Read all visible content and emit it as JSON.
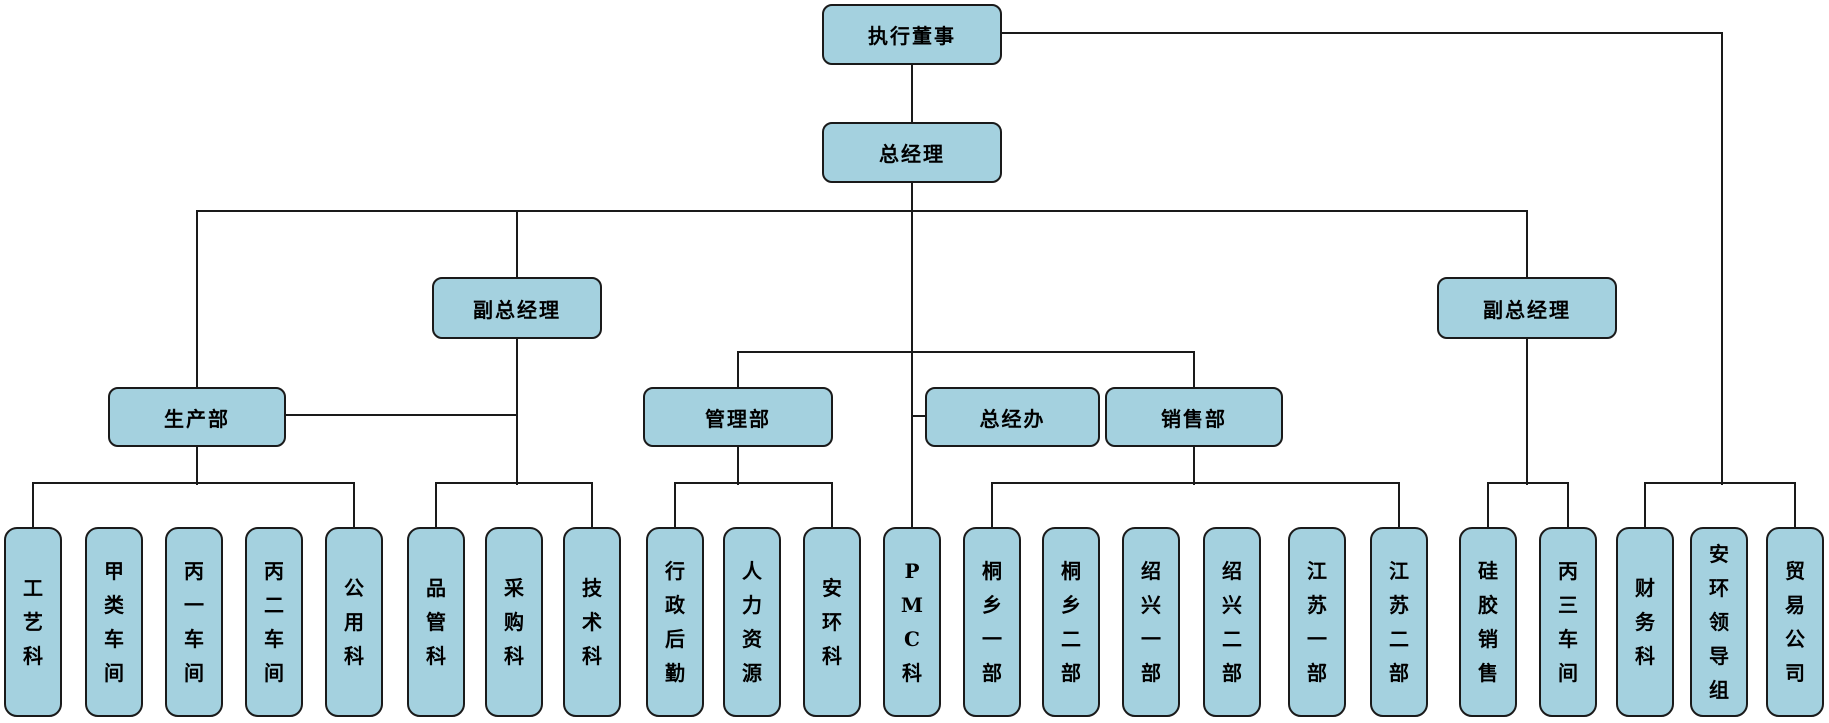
{
  "diagram": {
    "type": "org-chart",
    "background_color": "#ffffff",
    "node_fill_color": "#a4d1df",
    "node_border_color": "#1a1a1a",
    "connector_color": "#1a1a1a",
    "nodes": [
      {
        "id": "exec",
        "label": "执行董事",
        "level": 1,
        "orientation": "horizontal"
      },
      {
        "id": "gm",
        "label": "总经理",
        "level": 2,
        "orientation": "horizontal"
      },
      {
        "id": "dgm_left",
        "label": "副总经理",
        "level": 3,
        "orientation": "horizontal"
      },
      {
        "id": "dgm_right",
        "label": "副总经理",
        "level": 3,
        "orientation": "horizontal"
      },
      {
        "id": "prod",
        "label": "生产部",
        "level": 4,
        "orientation": "horizontal"
      },
      {
        "id": "mgmt",
        "label": "管理部",
        "level": 4,
        "orientation": "horizontal"
      },
      {
        "id": "gmo",
        "label": "总经办",
        "level": 4,
        "orientation": "horizontal"
      },
      {
        "id": "sales",
        "label": "销售部",
        "level": 4,
        "orientation": "horizontal"
      },
      {
        "id": "gongyike",
        "label": "工艺科",
        "level": 5,
        "orientation": "vertical"
      },
      {
        "id": "jialei",
        "label": "甲类车间",
        "level": 5,
        "orientation": "vertical"
      },
      {
        "id": "bingyi",
        "label": "丙一车间",
        "level": 5,
        "orientation": "vertical"
      },
      {
        "id": "binger",
        "label": "丙二车间",
        "level": 5,
        "orientation": "vertical"
      },
      {
        "id": "gongyong",
        "label": "公用科",
        "level": 5,
        "orientation": "vertical"
      },
      {
        "id": "pinguan",
        "label": "品管科",
        "level": 5,
        "orientation": "vertical"
      },
      {
        "id": "caigou",
        "label": "采购科",
        "level": 5,
        "orientation": "vertical"
      },
      {
        "id": "jishu",
        "label": "技术科",
        "level": 5,
        "orientation": "vertical"
      },
      {
        "id": "xingzheng",
        "label": "行政后勤",
        "level": 5,
        "orientation": "vertical"
      },
      {
        "id": "renli",
        "label": "人力资源",
        "level": 5,
        "orientation": "vertical"
      },
      {
        "id": "anhuanke",
        "label": "安环科",
        "level": 5,
        "orientation": "vertical"
      },
      {
        "id": "pmc",
        "label": "PMC科",
        "level": 5,
        "orientation": "vertical"
      },
      {
        "id": "tx1",
        "label": "桐乡一部",
        "level": 5,
        "orientation": "vertical"
      },
      {
        "id": "tx2",
        "label": "桐乡二部",
        "level": 5,
        "orientation": "vertical"
      },
      {
        "id": "sx1",
        "label": "绍兴一部",
        "level": 5,
        "orientation": "vertical"
      },
      {
        "id": "sx2",
        "label": "绍兴二部",
        "level": 5,
        "orientation": "vertical"
      },
      {
        "id": "js1",
        "label": "江苏一部",
        "level": 5,
        "orientation": "vertical"
      },
      {
        "id": "js2",
        "label": "江苏二部",
        "level": 5,
        "orientation": "vertical"
      },
      {
        "id": "guijiao",
        "label": "硅胶销售",
        "level": 5,
        "orientation": "vertical"
      },
      {
        "id": "bingsan",
        "label": "丙三车间",
        "level": 5,
        "orientation": "vertical"
      },
      {
        "id": "caiwu",
        "label": "财务科",
        "level": 5,
        "orientation": "vertical"
      },
      {
        "id": "anhuanld",
        "label": "安环领导组",
        "level": 5,
        "orientation": "vertical"
      },
      {
        "id": "maoyi",
        "label": "贸易公司",
        "level": 5,
        "orientation": "vertical"
      }
    ],
    "top_edges": [
      [
        "exec",
        "gm"
      ],
      [
        "gm",
        "prod"
      ],
      [
        "gm",
        "dgm_left"
      ],
      [
        "gm",
        "dgm_right"
      ],
      [
        "gm",
        "mgmt"
      ],
      [
        "gm",
        "gmo"
      ],
      [
        "gm",
        "sales"
      ]
    ],
    "cross_link": [
      "dgm_left",
      "prod"
    ],
    "children": {
      "prod": [
        "gongyike",
        "jialei",
        "bingyi",
        "binger",
        "gongyong"
      ],
      "dgm_left": [
        "pinguan",
        "caigou",
        "jishu"
      ],
      "mgmt": [
        "xingzheng",
        "renli",
        "anhuanke"
      ],
      "gm": [
        "pmc"
      ],
      "sales": [
        "tx1",
        "tx2",
        "sx1",
        "sx2",
        "js1",
        "js2"
      ],
      "dgm_right": [
        "guijiao",
        "bingsan"
      ],
      "exec": [
        "caiwu",
        "anhuanld",
        "maoyi"
      ]
    }
  }
}
